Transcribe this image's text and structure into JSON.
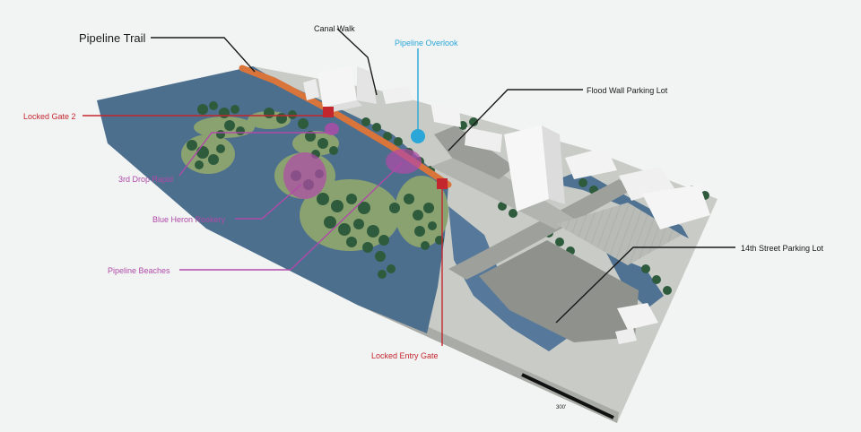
{
  "labels": {
    "pipeline_trail": "Pipeline Trail",
    "canal_walk": "Canal Walk",
    "pipeline_overlook": "Pipeline Overlook",
    "flood_wall_parking": "Flood Wall Parking Lot",
    "locked_gate_2": "Locked Gate 2",
    "third_drop_rapid": "3rd Drop Rapid",
    "blue_heron_rookery": "Blue Heron Rookery",
    "pipeline_beaches": "Pipeline Beaches",
    "fourteenth_street_parking": "14th Street Parking Lot",
    "locked_entry_gate": "Locked Entry Gate",
    "scale": "300'"
  },
  "colors": {
    "black_label": "#1a1a1a",
    "overlook": "#2aa7d8",
    "gate": "#c4262e",
    "feature": "#b04aa8",
    "water": "#4d6f8e",
    "trail": "#d9743a",
    "trees": "#2e5b3c",
    "ground": "#c9cbc6"
  },
  "icons": {
    "gate_marker": "red-square-marker",
    "overlook_marker": "blue-circle-marker",
    "feature_marker": "purple-ellipse-marker"
  }
}
